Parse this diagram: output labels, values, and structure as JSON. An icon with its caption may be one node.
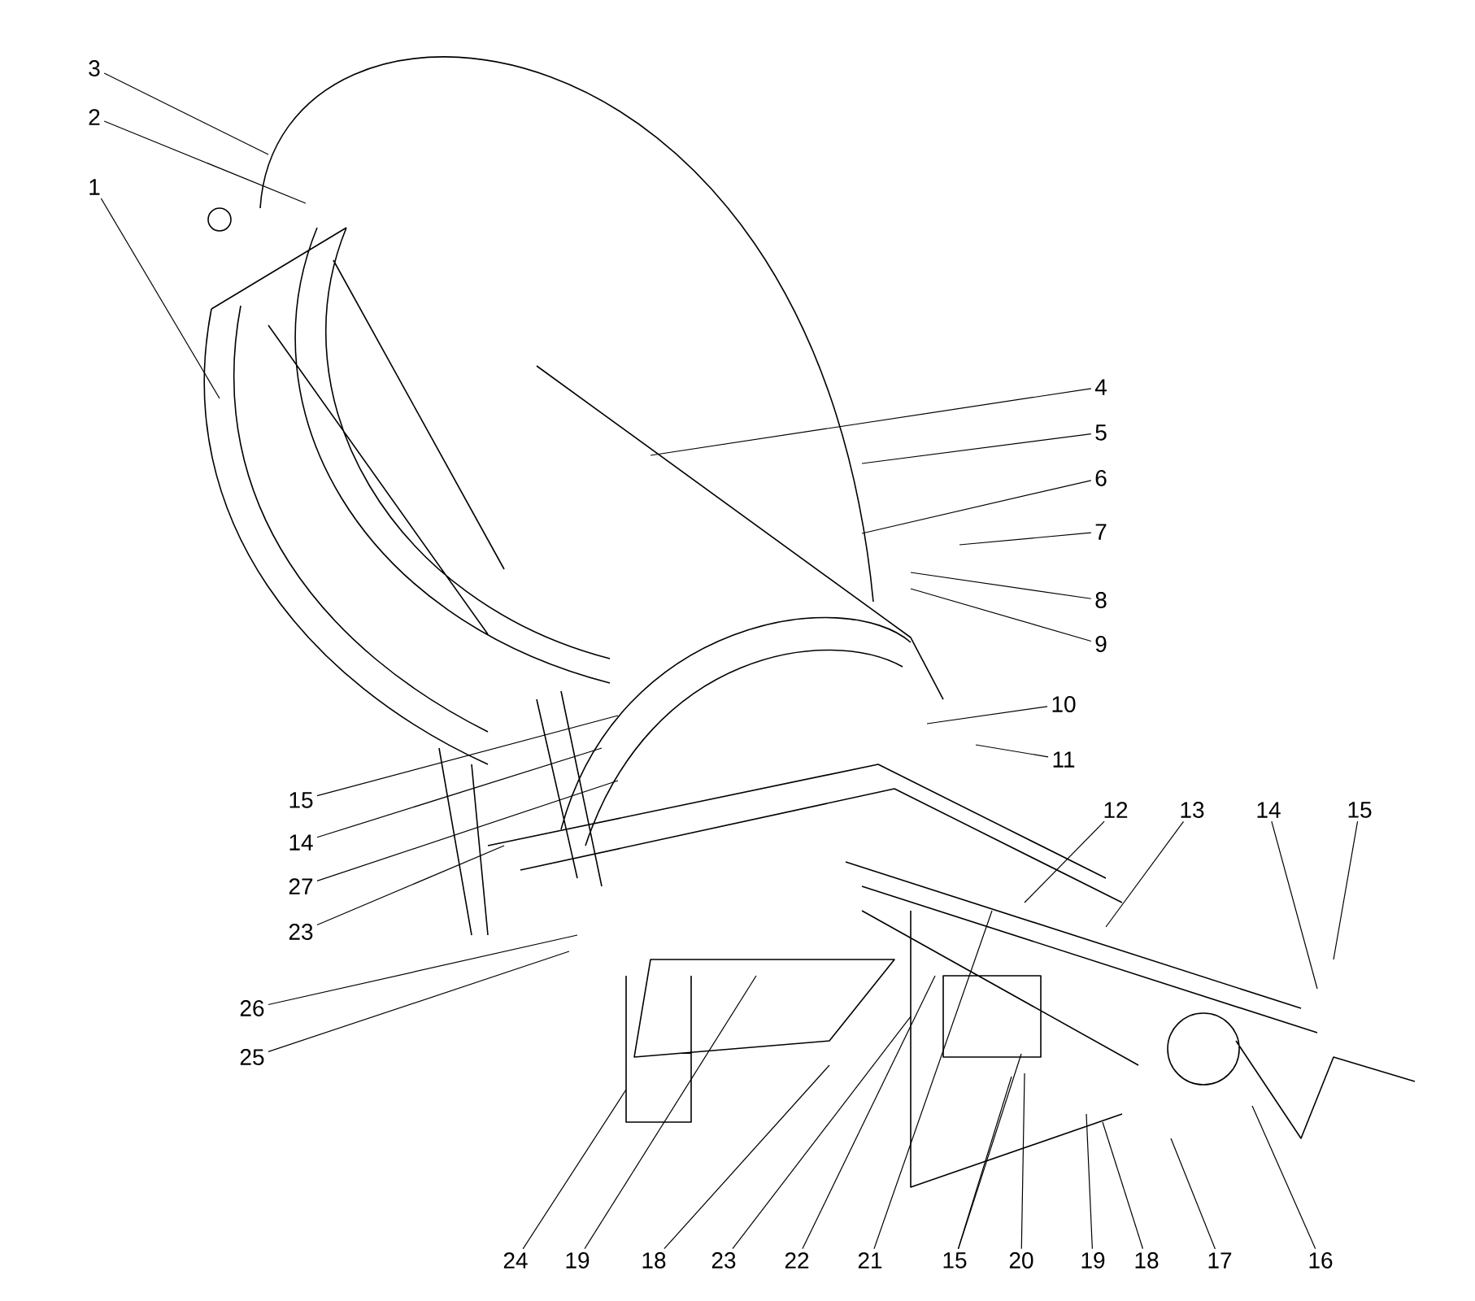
{
  "diagram": {
    "nodes": [
      {
        "text": [
          "3"
        ]
      },
      {
        "text": [
          "2"
        ]
      },
      {
        "text": [
          "1"
        ]
      },
      {
        "text": [
          "4"
        ]
      },
      {
        "text": [
          "5"
        ]
      },
      {
        "text": [
          "6"
        ]
      },
      {
        "text": [
          "7"
        ]
      },
      {
        "text": [
          "8"
        ]
      },
      {
        "text": [
          "9"
        ]
      },
      {
        "text": [
          "10"
        ]
      },
      {
        "text": [
          "11"
        ]
      },
      {
        "text": [
          "12"
        ]
      },
      {
        "text": [
          "13"
        ]
      },
      {
        "text": [
          "14"
        ]
      },
      {
        "text": [
          "15"
        ]
      },
      {
        "text": [
          "15"
        ]
      },
      {
        "text": [
          "14"
        ]
      },
      {
        "text": [
          "27"
        ]
      },
      {
        "text": [
          "23"
        ]
      },
      {
        "text": [
          "26"
        ]
      },
      {
        "text": [
          "25"
        ]
      },
      {
        "text": [
          "24"
        ]
      },
      {
        "text": [
          "19"
        ]
      },
      {
        "text": [
          "18"
        ]
      },
      {
        "text": [
          "23"
        ]
      },
      {
        "text": [
          "22"
        ]
      },
      {
        "text": [
          "21"
        ]
      },
      {
        "text": [
          "15"
        ]
      },
      {
        "text": [
          "20"
        ]
      },
      {
        "text": [
          "19"
        ]
      },
      {
        "text": [
          "18"
        ]
      },
      {
        "text": [
          "17"
        ]
      },
      {
        "text": [
          "16"
        ]
      }
    ],
    "edges": [
      {
        "from": 0,
        "to": null,
        "arrow": "none"
      },
      {
        "from": 1,
        "to": null,
        "arrow": "none"
      },
      {
        "from": 2,
        "to": null,
        "arrow": "none"
      },
      {
        "from": 3,
        "to": null,
        "arrow": "none"
      },
      {
        "from": 4,
        "to": null,
        "arrow": "none"
      },
      {
        "from": 5,
        "to": null,
        "arrow": "none"
      },
      {
        "from": 6,
        "to": null,
        "arrow": "none"
      },
      {
        "from": 7,
        "to": null,
        "arrow": "none"
      },
      {
        "from": 8,
        "to": null,
        "arrow": "none"
      },
      {
        "from": 9,
        "to": null,
        "arrow": "none"
      },
      {
        "from": 10,
        "to": null,
        "arrow": "none"
      },
      {
        "from": 11,
        "to": null,
        "arrow": "none"
      },
      {
        "from": 12,
        "to": null,
        "arrow": "none"
      },
      {
        "from": 13,
        "to": null,
        "arrow": "none"
      },
      {
        "from": 14,
        "to": null,
        "arrow": "none"
      },
      {
        "from": 15,
        "to": null,
        "arrow": "none"
      },
      {
        "from": 16,
        "to": null,
        "arrow": "none"
      },
      {
        "from": 17,
        "to": null,
        "arrow": "none"
      },
      {
        "from": 18,
        "to": null,
        "arrow": "none"
      },
      {
        "from": 19,
        "to": null,
        "arrow": "none"
      },
      {
        "from": 20,
        "to": null,
        "arrow": "none"
      },
      {
        "from": 21,
        "to": null,
        "arrow": "none"
      },
      {
        "from": 22,
        "to": null,
        "arrow": "none"
      },
      {
        "from": 23,
        "to": null,
        "arrow": "none"
      },
      {
        "from": 24,
        "to": null,
        "arrow": "none"
      },
      {
        "from": 25,
        "to": null,
        "arrow": "none"
      },
      {
        "from": 26,
        "to": null,
        "arrow": "none"
      },
      {
        "from": 27,
        "to": null,
        "arrow": "none"
      },
      {
        "from": 28,
        "to": null,
        "arrow": "none"
      },
      {
        "from": 29,
        "to": null,
        "arrow": "none"
      },
      {
        "from": 30,
        "to": null,
        "arrow": "none"
      },
      {
        "from": 31,
        "to": null,
        "arrow": "none"
      },
      {
        "from": 32,
        "to": null,
        "arrow": "none"
      },
      {
        "from": 27,
        "to": null,
        "arrow": "none"
      }
    ]
  }
}
